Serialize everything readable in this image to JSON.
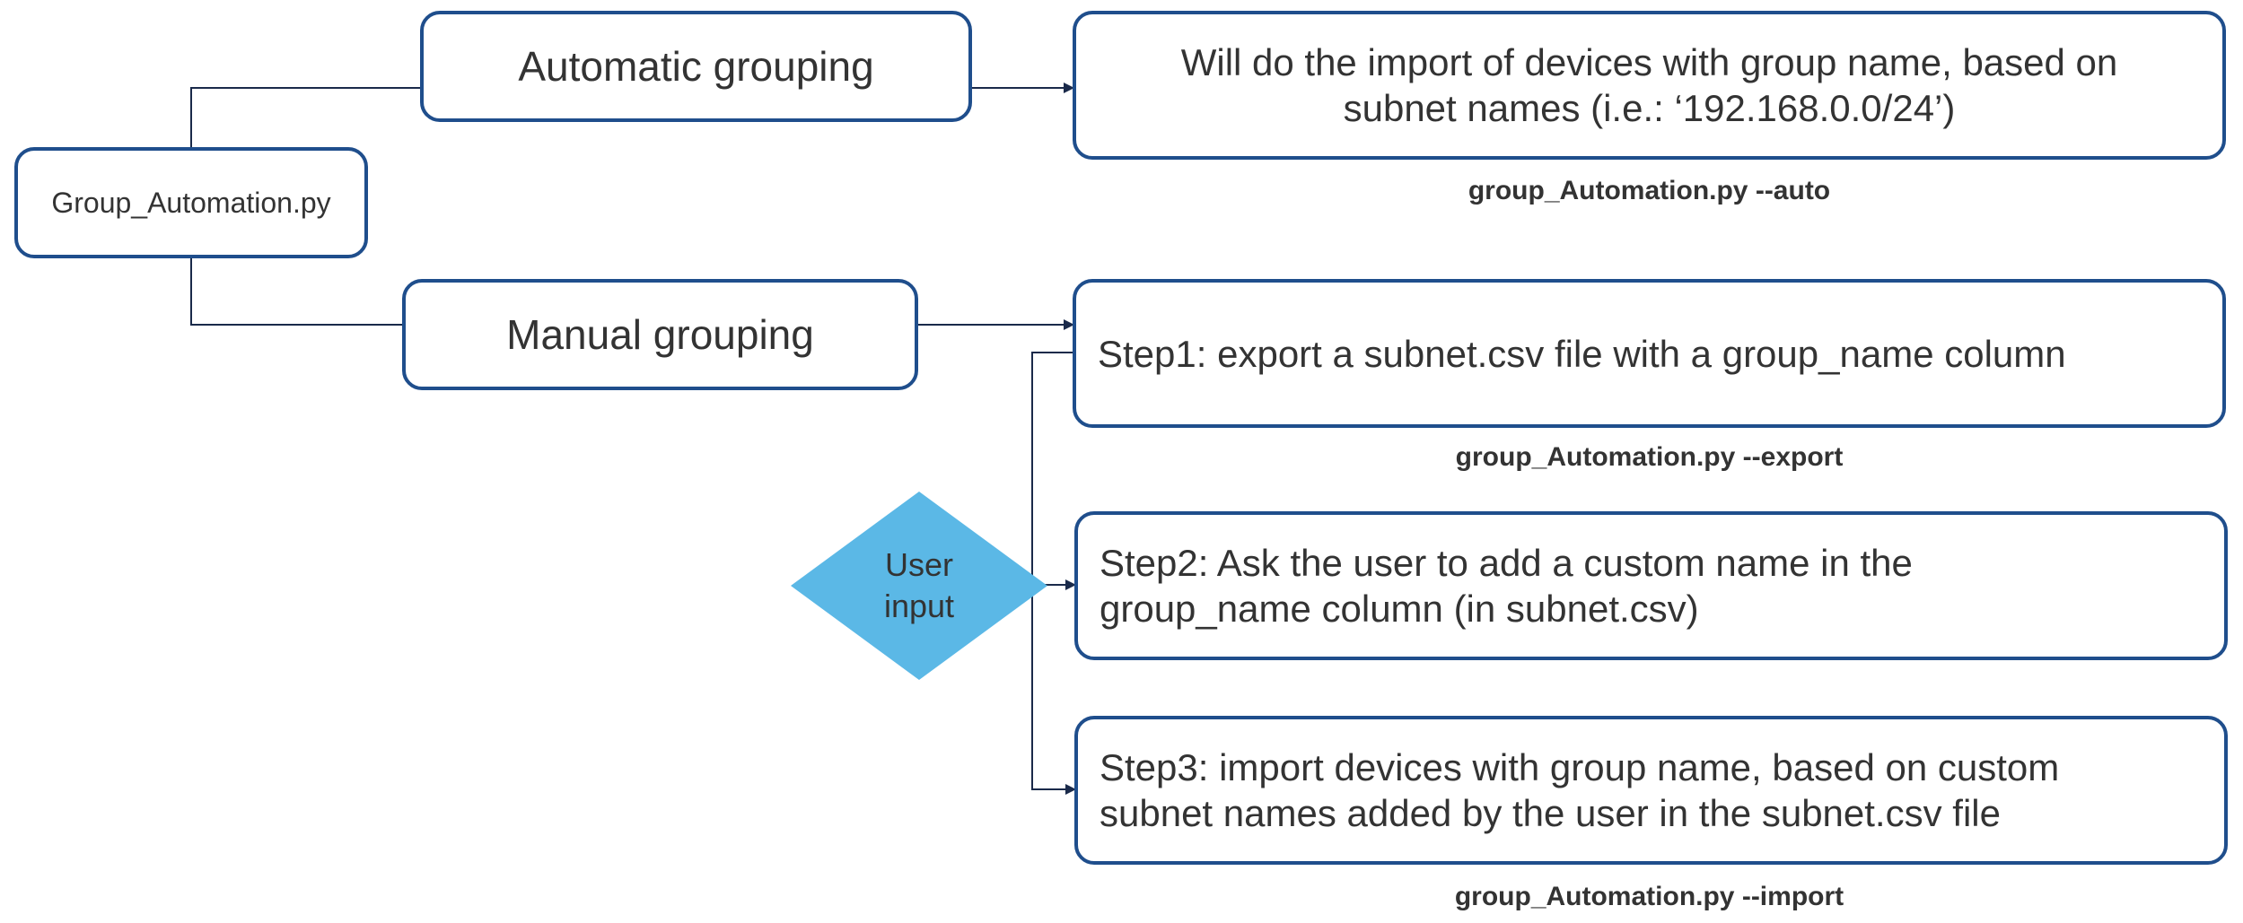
{
  "diagram": {
    "root": {
      "label": "Group_Automation.py"
    },
    "automatic": {
      "label": "Automatic grouping",
      "description": "Will do the import of devices with group name, based on subnet names (i.e.: ‘192.168.0.0/24’)",
      "command": "group_Automation.py --auto"
    },
    "manual": {
      "label": "Manual grouping",
      "step1": {
        "text": "Step1: export a subnet.csv file with a group_name column",
        "command": "group_Automation.py --export"
      },
      "step2": {
        "text": "Step2: Ask the user to add a custom name in the group_name column (in subnet.csv)"
      },
      "step3": {
        "text": "Step3: import devices with group name, based on custom subnet names added by the user in the subnet.csv file",
        "command": "group_Automation.py --import"
      }
    },
    "user_input": {
      "label": "User\ninput"
    }
  },
  "colors": {
    "box_border": "#1f4e8c",
    "connector": "#1a2a4a",
    "diamond_fill": "#5bb8e6",
    "text": "#333333"
  }
}
